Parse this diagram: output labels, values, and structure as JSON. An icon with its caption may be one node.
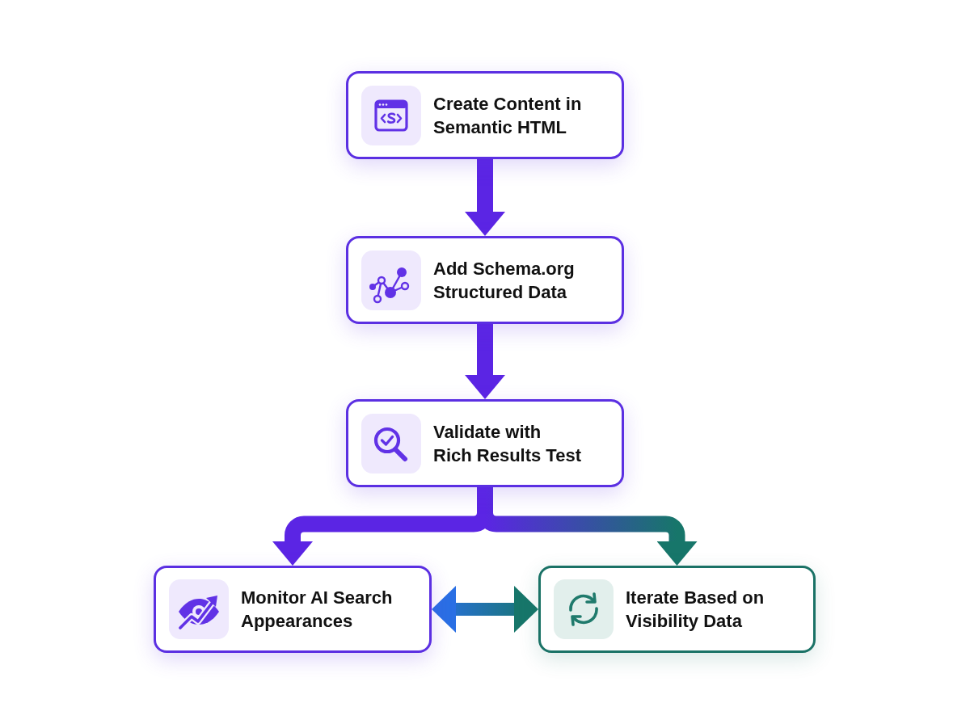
{
  "diagram": {
    "nodes": [
      {
        "text": [
          "Create Content in Semantic HTML"
        ]
      },
      {
        "text": [
          "Add Schema.org Structured Data"
        ]
      },
      {
        "text": [
          "Validate with Rich Results Test"
        ]
      },
      {
        "text": [
          "Monitor AI Search Appearances"
        ]
      },
      {
        "text": [
          "Iterate Based on Visibility Data"
        ]
      }
    ],
    "edges": [
      {
        "from": 0,
        "to": 1,
        "arrow": "to"
      },
      {
        "from": 1,
        "to": 2,
        "arrow": "to"
      },
      {
        "from": 2,
        "to": 3,
        "arrow": "to"
      },
      {
        "from": 2,
        "to": 4,
        "arrow": "to",
        "color": "#17766a"
      },
      {
        "from": 3,
        "to": 4,
        "arrow": "both",
        "color": "#17766a"
      }
    ]
  }
}
